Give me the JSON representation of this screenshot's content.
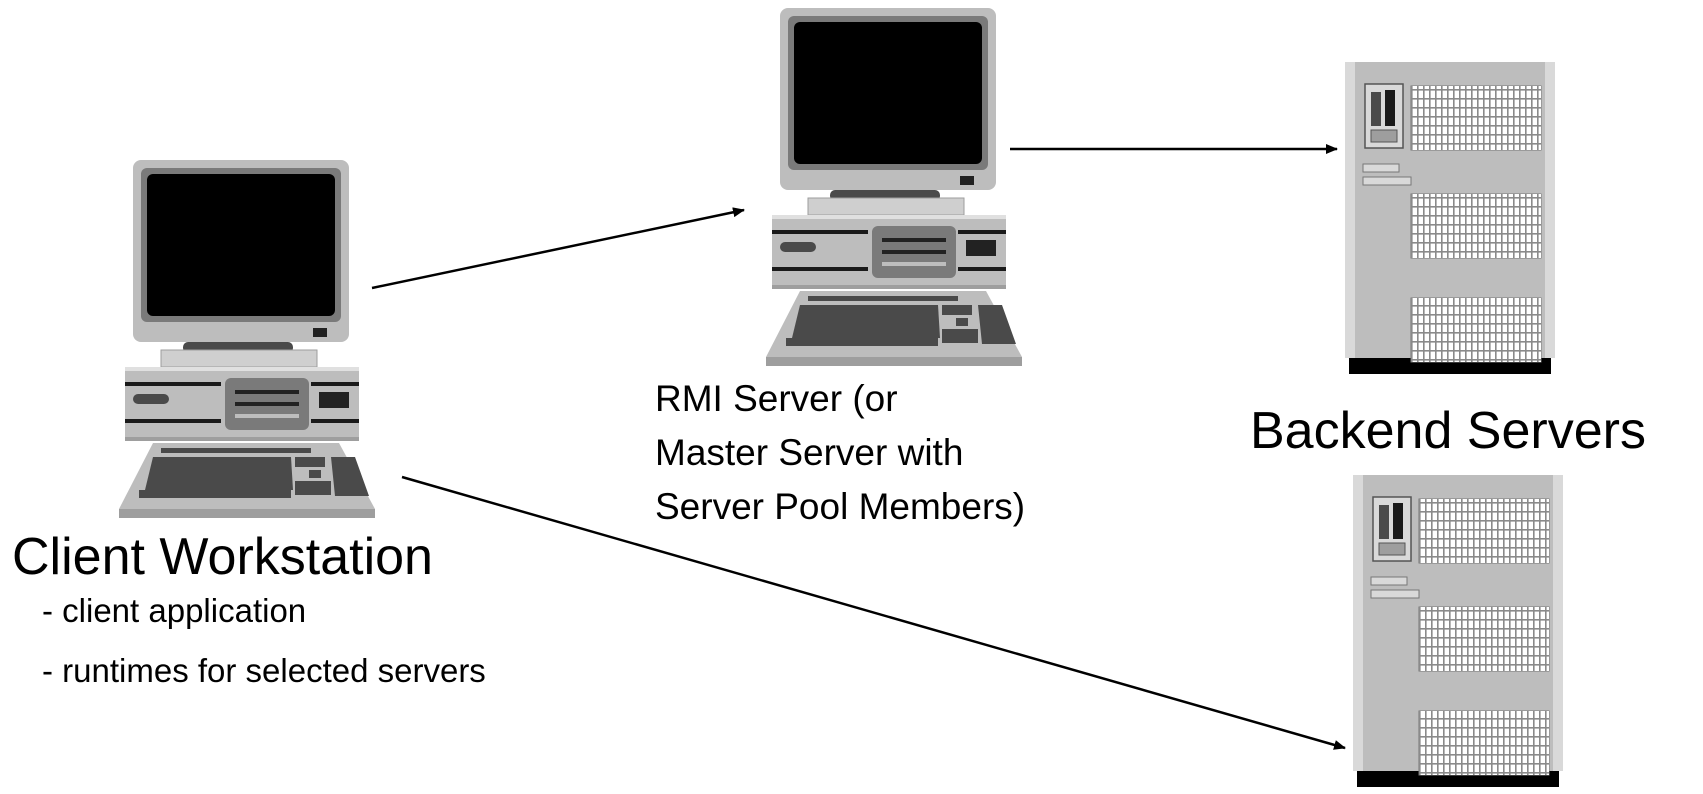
{
  "client": {
    "title": "Client Workstation",
    "bullets": [
      "- client application",
      "- runtimes for selected servers"
    ]
  },
  "rmi": {
    "lines": [
      "RMI Server (or",
      "Master Server with",
      "Server Pool Members)"
    ]
  },
  "backend": {
    "title": "Backend Servers"
  },
  "icons": [
    "client-workstation-icon",
    "rmi-server-workstation-icon",
    "backend-server-tower-icon",
    "backend-server-tower-icon"
  ],
  "colors": {
    "device_light": "#bdbdbd",
    "device_mid": "#9e9e9e",
    "device_dark": "#4a4a4a",
    "screen": "#000000",
    "arrow": "#000000"
  }
}
